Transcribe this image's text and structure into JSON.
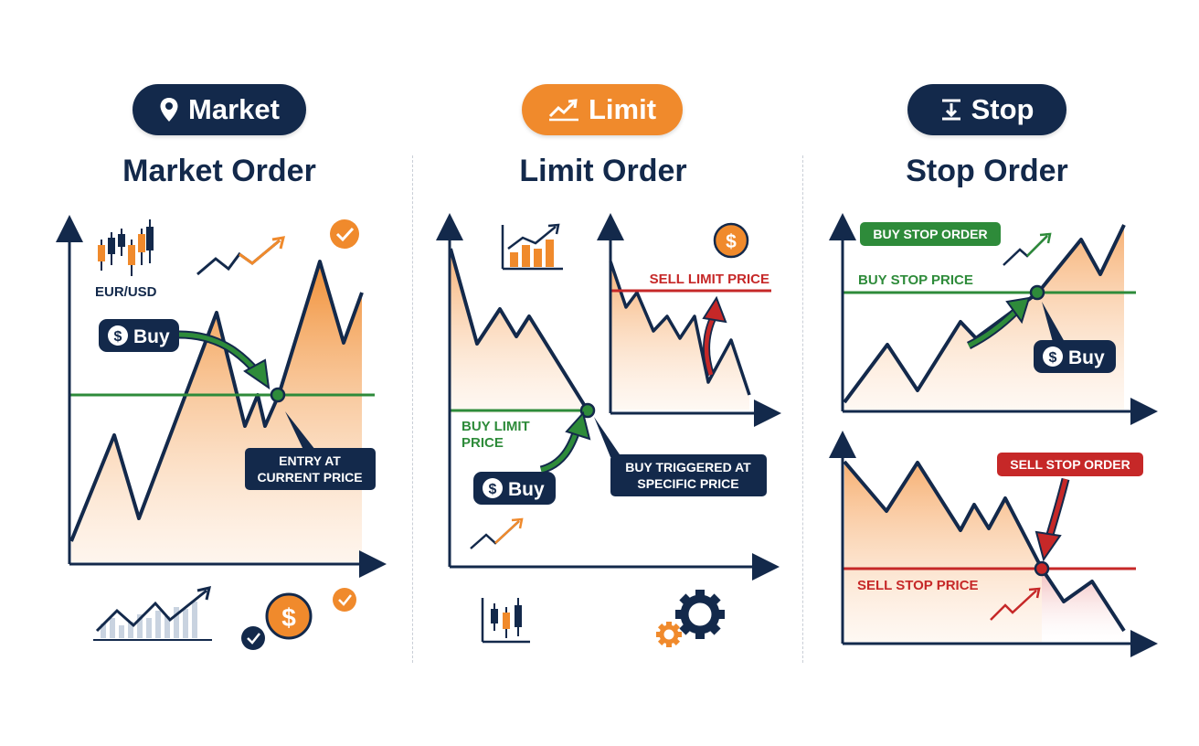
{
  "market": {
    "pill_label": "Market",
    "title": "Market Order",
    "pair_label": "EUR/USD",
    "buy_label": "Buy",
    "entry_label_line1": "ENTRY AT",
    "entry_label_line2": "CURRENT PRICE"
  },
  "limit": {
    "pill_label": "Limit",
    "title": "Limit Order",
    "buy_limit_line1": "BUY LIMIT",
    "buy_limit_line2": "PRICE",
    "buy_label": "Buy",
    "triggered_line1": "BUY TRIGGERED AT",
    "triggered_line2": "SPECIFIC PRICE",
    "sell_limit_label": "SELL LIMIT PRICE"
  },
  "stop": {
    "pill_label": "Stop",
    "title": "Stop Order",
    "buy_stop_order_label": "BUY STOP ORDER",
    "buy_stop_price_label": "BUY STOP PRICE",
    "buy_label": "Buy",
    "sell_stop_order_label": "SELL STOP ORDER",
    "sell_stop_price_label": "SELL STOP PRICE"
  },
  "icons": {
    "currency_symbol": "$",
    "check_symbol": "✓"
  },
  "colors": {
    "navy": "#13294b",
    "orange": "#f08a2c",
    "green": "#2e8b3a",
    "red": "#c62828",
    "fill_orange": "#f5a25a"
  }
}
